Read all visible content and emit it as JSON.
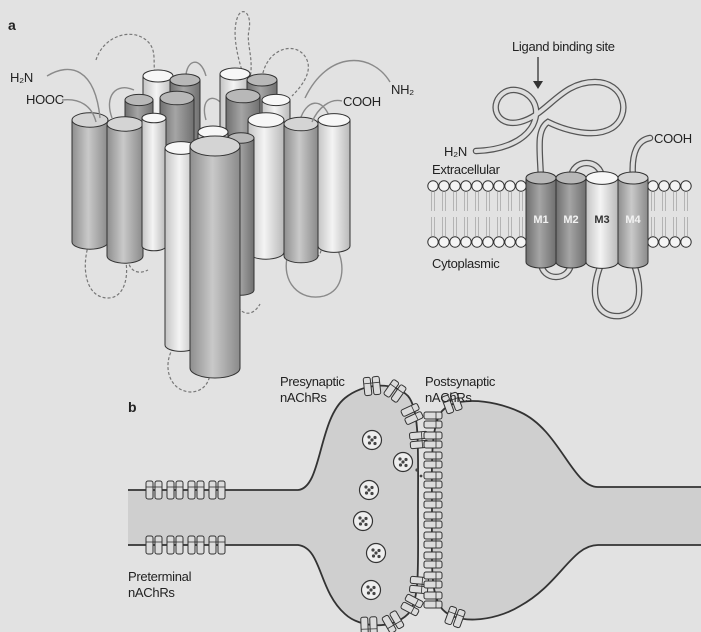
{
  "colors": {
    "background": "#e2e2e2",
    "outline": "#333333",
    "loop": "#8a8a8a",
    "cell_fill": "#cfcfcf",
    "lipid_head": "#f4f4f4",
    "tube_fill": "#dedede"
  },
  "panel_a": {
    "label": "a",
    "pentamer": {
      "n_terminus_left": "H₂N",
      "c_terminus_left": "HOOC",
      "c_terminus_right": "COOH",
      "n_terminus_right": "NH₂"
    },
    "subunit": {
      "ligand_binding_site": "Ligand binding site",
      "n_terminus": "H₂N",
      "c_terminus": "COOH",
      "extracellular": "Extracellular",
      "cytoplasmic": "Cytoplasmic",
      "segments": [
        "M1",
        "M2",
        "M3",
        "M4"
      ]
    }
  },
  "panel_b": {
    "label": "b",
    "presynaptic": [
      "Presynaptic",
      "nAChRs"
    ],
    "postsynaptic": [
      "Postsynaptic",
      "nAChRs"
    ],
    "preterminal": [
      "Preterminal",
      "nAChRs"
    ]
  }
}
